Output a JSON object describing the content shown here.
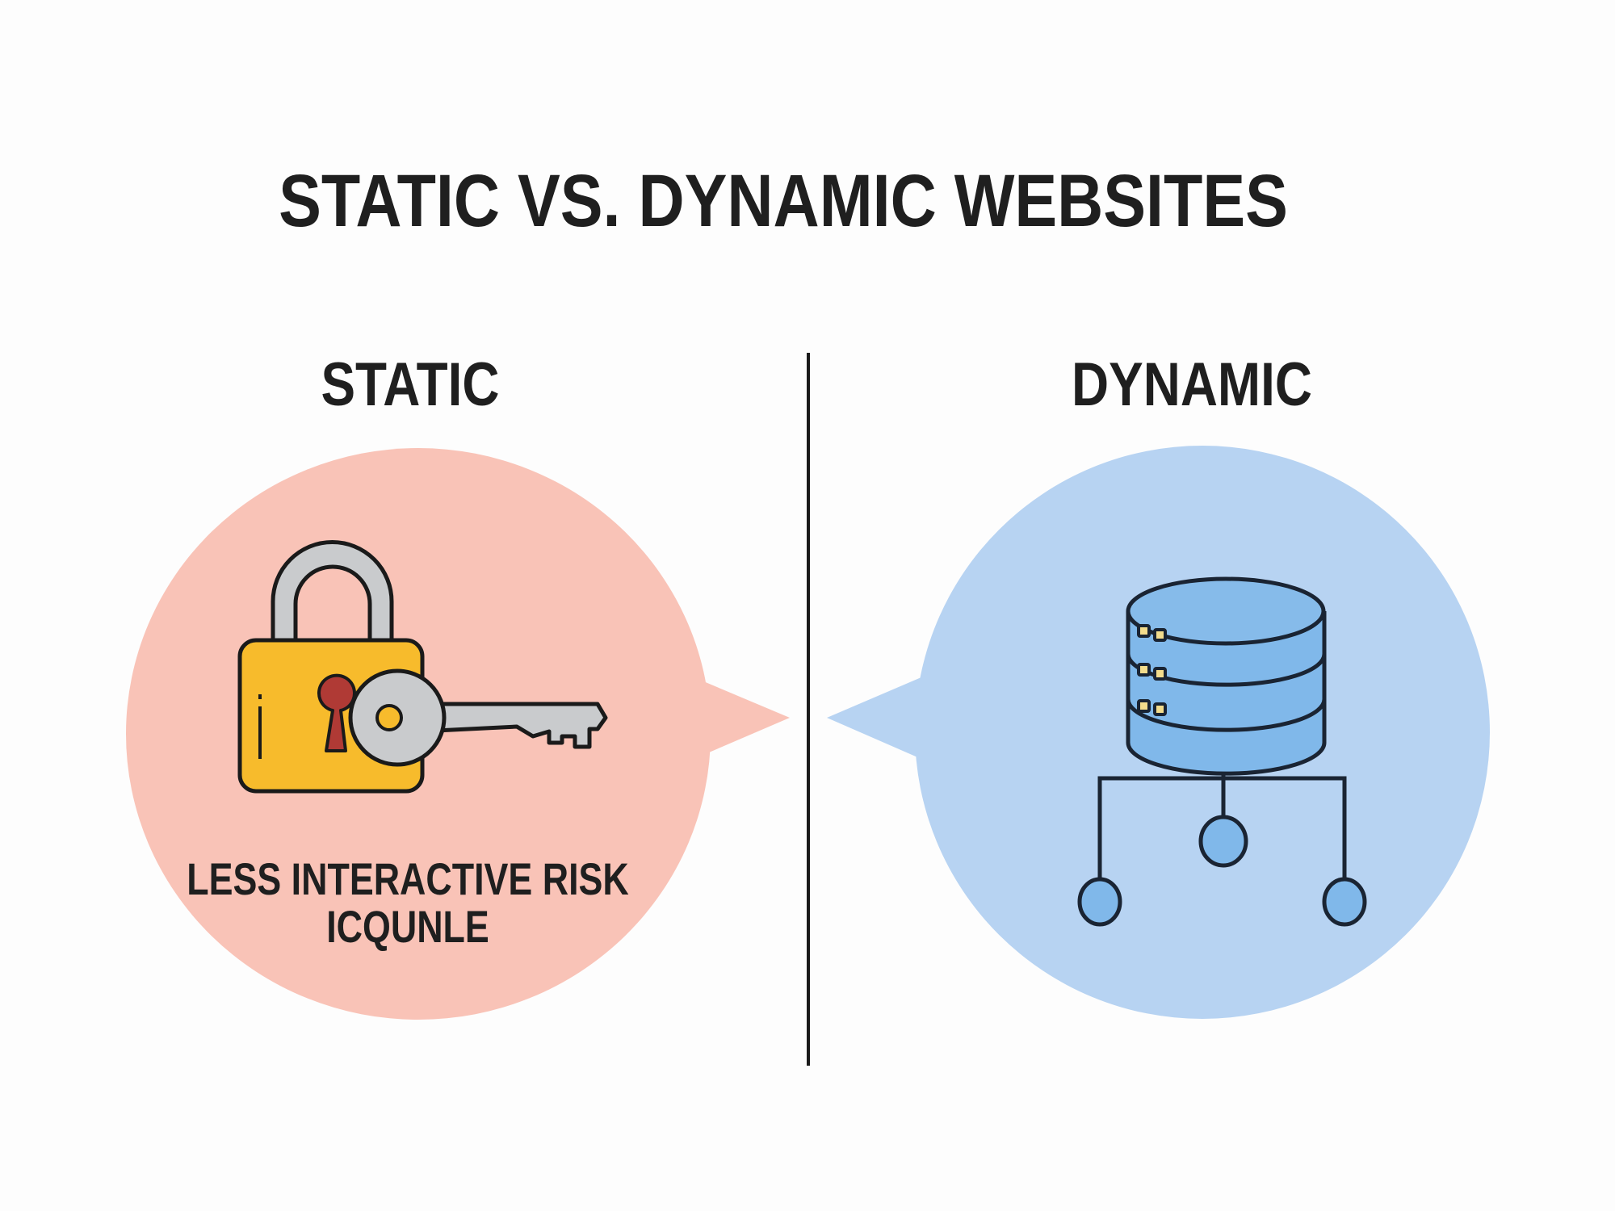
{
  "title": "STATIC VS. DYNAMIC WEBSITES",
  "left": {
    "heading": "STATIC",
    "caption_line1": "LESS INTERACTIVE RISK",
    "caption_line2": "ICQUNLE",
    "icon": "lock-and-key-icon",
    "bubble_color": "#f9c3b7"
  },
  "right": {
    "heading": "DYNAMIC",
    "icon": "database-network-icon",
    "bubble_color": "#b7d3f2"
  },
  "colors": {
    "lock_body": "#f7bb2c",
    "keyhole": "#b03a35",
    "key": "#c9cbcd",
    "database": "#80b8ea",
    "outline": "#1a2433"
  }
}
